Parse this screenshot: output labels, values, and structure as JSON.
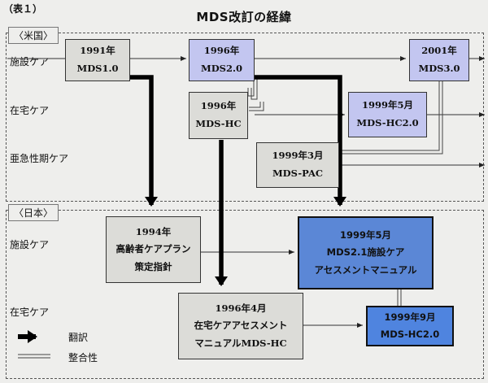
{
  "caption": "（表１）",
  "title": "MDS改訂の経緯",
  "sections": {
    "us": {
      "tag": "〈米国〉",
      "rows": [
        "施設ケア",
        "在宅ケア",
        "亜急性期ケア"
      ]
    },
    "jp": {
      "tag": "〈日本〉",
      "rows": [
        "施設ケア",
        "在宅ケア"
      ]
    }
  },
  "boxes": {
    "us_1991": {
      "line1": "1991年",
      "line2": "MDS1.0"
    },
    "us_1996_mds": {
      "line1": "1996年",
      "line2": "MDS2.0"
    },
    "us_2001": {
      "line1": "2001年",
      "line2": "MDS3.0"
    },
    "us_1996_hc": {
      "line1": "1996年",
      "line2": "MDS-HC"
    },
    "us_1999_hc": {
      "line1": "1999年5月",
      "line2": "MDS-HC2.0"
    },
    "us_1999_pac": {
      "line1": "1999年3月",
      "line2": "MDS-PAC"
    },
    "jp_1994": {
      "line1": "1994年",
      "line2": "高齢者ケアプラン",
      "line3": "策定指針"
    },
    "jp_1999_facility": {
      "line1": "1999年5月",
      "line2": "MDS2.1施設ケア",
      "line3": "アセスメントマニュアル"
    },
    "jp_1996_home": {
      "line1": "1996年4月",
      "line2": "在宅ケアアセスメント",
      "line3": "マニュアルMDS-HC"
    },
    "jp_1999_hc": {
      "line1": "1999年9月",
      "line2": "MDS-HC2.0"
    }
  },
  "legend": {
    "translation": "翻訳",
    "consistency": "整合性"
  },
  "colors": {
    "gray_box": "#dcdcd8",
    "light_blue_box": "#c3c6f0",
    "blue_box": "#5b87d6",
    "dark_blue_box": "#4f84df"
  }
}
